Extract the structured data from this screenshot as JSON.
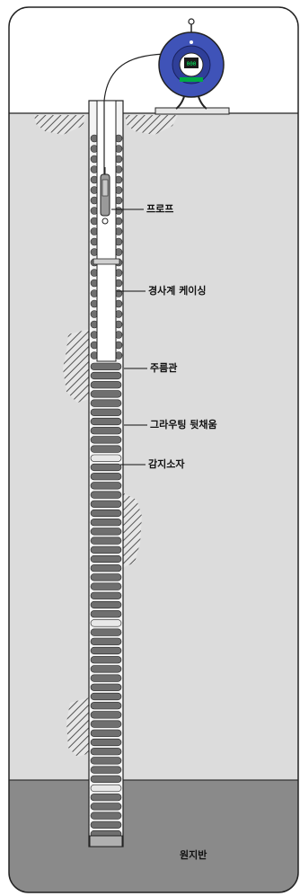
{
  "labels": {
    "probe": "프로프",
    "casing": "경사계 케이싱",
    "bellows": "주름관",
    "grout": "그라우팅 뒷채움",
    "sensor": "감지소자",
    "bedrock": "원지반"
  },
  "readout": {
    "screen_text": "000",
    "body_color": "#3f53b8"
  },
  "colors": {
    "soil": "#dcdcdc",
    "bedrock": "#8a8a8a",
    "ground_surface": "#ffffff",
    "grout_ring": "#6f6f6f",
    "hatch": "#555555"
  }
}
